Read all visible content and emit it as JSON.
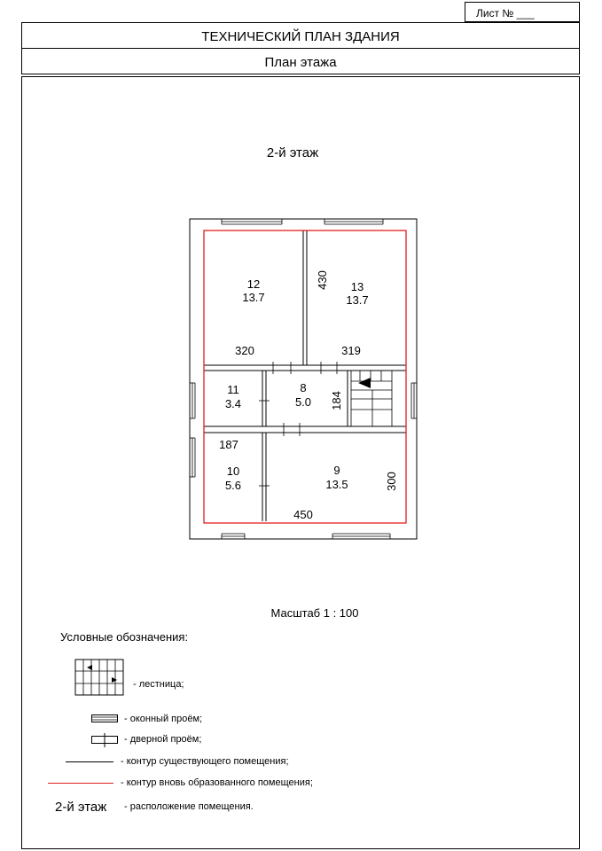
{
  "sheet": {
    "sheet_no_label": "Лист № ___",
    "title": "ТЕХНИЧЕСКИЙ ПЛАН ЗДАНИЯ",
    "subtitle": "План  этажа",
    "floor_heading": "2-й этаж"
  },
  "plan": {
    "rooms": [
      {
        "number": "12",
        "area": "13.7"
      },
      {
        "number": "13",
        "area": "13.7"
      },
      {
        "number": "11",
        "area": "3.4"
      },
      {
        "number": "8",
        "area": "5.0"
      },
      {
        "number": "10",
        "area": "5.6"
      },
      {
        "number": "9",
        "area": "13.5"
      }
    ],
    "dimensions": [
      "430",
      "320",
      "319",
      "184",
      "187",
      "300",
      "450"
    ],
    "colors": {
      "wall": "#000000",
      "new_contour": "#e02020"
    }
  },
  "scale": "Масштаб 1 : 100",
  "legend": {
    "title": "Условные обозначения:",
    "stair": "- лестница;",
    "window": "- оконный проём;",
    "door": "- дверной проём;",
    "existing_contour": "- контур существующего помещения;",
    "new_contour": "- контур вновь образованного  помещения;",
    "floor_sample": "2-й этаж",
    "location": "- расположение  помещения."
  }
}
